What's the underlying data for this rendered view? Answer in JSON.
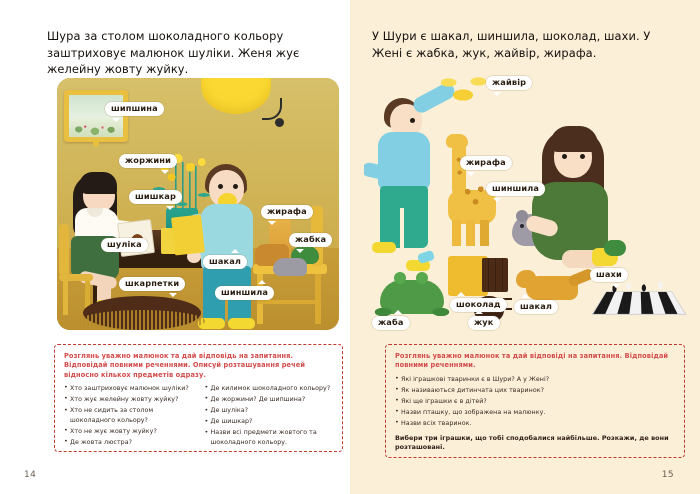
{
  "spread": {
    "left_page": {
      "page_number": "14",
      "intro": "Шура за столом шоколадного кольору заштриховує малюнок шуліки. Женя жує желейну жовту жуйку.",
      "illustration_labels": [
        {
          "text": "шипшина"
        },
        {
          "text": "жоржини"
        },
        {
          "text": "шишкар"
        },
        {
          "text": "шуліка"
        },
        {
          "text": "шкарпетки"
        },
        {
          "text": "жирафа"
        },
        {
          "text": "жабка"
        },
        {
          "text": "шакал"
        },
        {
          "text": "шиншила"
        }
      ],
      "task": {
        "heading": "Розглянь уважно малюнок та дай відповідь на запитання. Відповідай повними реченнями. Описуй розташування речей відносно кількох предметів одразу.",
        "questions_col1": [
          "Хто заштриховує малюнок шуліки?",
          "Хто жує желейну жовту жуйку?",
          "Хто не сидить за столом шоколадного кольору?",
          "Хто не жує жовту жуйку?",
          "Де жовта люстра?"
        ],
        "questions_col2": [
          "Де килимок шоколадного кольору?",
          "Де жоржини? Де шипшина?",
          "Де шуліка?",
          "Де шишкар?",
          "Назви всі предмети жовтого та шоколадного кольору."
        ]
      }
    },
    "right_page": {
      "page_number": "15",
      "intro": "У Шури є шакал, шиншила, шоколад, шахи. У Жені є жабка, жук, жайвір, жирафа.",
      "illustration_labels": [
        {
          "text": "жайвір"
        },
        {
          "text": "жирафа"
        },
        {
          "text": "шиншила"
        },
        {
          "text": "шоколад"
        },
        {
          "text": "шахи"
        },
        {
          "text": "жаба"
        },
        {
          "text": "жук"
        },
        {
          "text": "шакал"
        }
      ],
      "task": {
        "heading": "Розглянь уважно малюнок та дай відповіді на запитання. Відповідай повними реченнями.",
        "questions": [
          "Які іграшкові тваринки є в Шури? А у Жені?",
          "Як називаються дитинчата цих тваринок?",
          "Які ще іграшки є в дітей?",
          "Назви пташку, що зображена на малюнку.",
          "Назви всіх тваринок."
        ],
        "footer": "Вибери три іграшки, що тобі сподобалися найбільше. Розкажи, де вони розташовані."
      }
    }
  },
  "colors": {
    "left_page_bg": "#ffffff",
    "right_page_bg": "#fbefd8",
    "task_border": "#c0392b",
    "task_heading": "#d24c4c",
    "room_bg": "#c9a83f"
  }
}
